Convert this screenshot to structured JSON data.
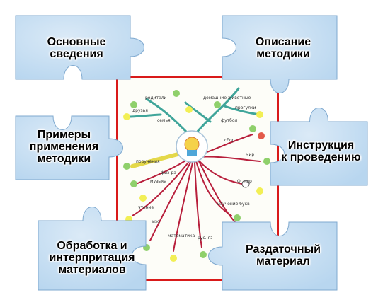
{
  "colors": {
    "puzzle_fill": "#b8d6ef",
    "puzzle_light": "#dbeaf7",
    "puzzle_stroke": "#7fa9cf",
    "frame": "#d91a1a",
    "branch_teal": "#3fa59a",
    "branch_red": "#b81f3c",
    "highlight_yellow": "#f2ef55"
  },
  "pieces": [
    {
      "id": "basic-info",
      "label": "Основные\nсведения"
    },
    {
      "id": "method-description",
      "label": "Описание\nметодики"
    },
    {
      "id": "application-examples",
      "label": "Примеры\nприменения\nметодики"
    },
    {
      "id": "instructions",
      "label": "Инструкция\nк проведению"
    },
    {
      "id": "processing",
      "label": "Обработка и\nинтерпритация\nматериалов"
    },
    {
      "id": "handout",
      "label": "Раздаточный\nматериал"
    }
  ],
  "mindmap": {
    "words": [
      "друзья",
      "семья",
      "родители",
      "домашние животные",
      "прогулки",
      "футбол",
      "музыка",
      "сбор",
      "поручения",
      "физ-ра",
      "О. мир",
      "изо",
      "чтение",
      "математика",
      "рус. яз",
      "изучение букв",
      "мир"
    ]
  }
}
